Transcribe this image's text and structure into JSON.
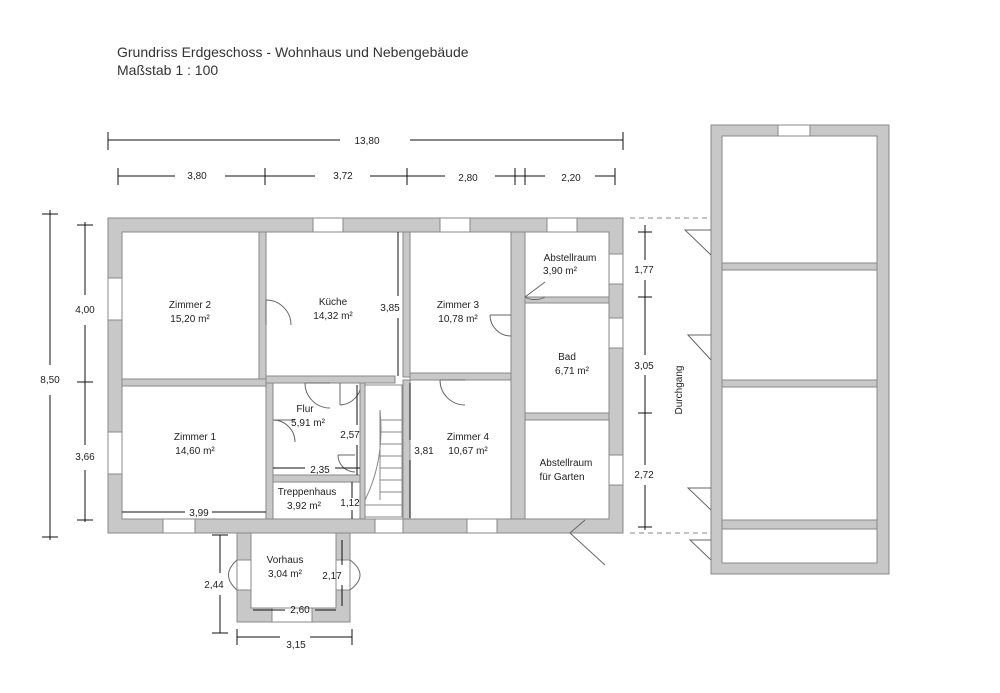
{
  "header": {
    "title": "Grundriss Erdgeschoss - Wohnhaus und Nebengebäude",
    "scale": "Maßstab 1 : 100"
  },
  "rooms": {
    "zimmer2": {
      "name": "Zimmer 2",
      "area": "15,20 m²"
    },
    "kueche": {
      "name": "Küche",
      "area": "14,32 m²"
    },
    "zimmer3": {
      "name": "Zimmer 3",
      "area": "10,78 m²"
    },
    "abstell1": {
      "name": "Abstellraum",
      "area": "3,90 m²"
    },
    "bad": {
      "name": "Bad",
      "area": "6,71 m²"
    },
    "flur": {
      "name": "Flur",
      "area": "5,91 m²"
    },
    "zimmer1": {
      "name": "Zimmer 1",
      "area": "14,60 m²"
    },
    "zimmer4": {
      "name": "Zimmer 4",
      "area": "10,67 m²"
    },
    "abstell2": {
      "name": "Abstellraum",
      "area": "für Garten"
    },
    "treppenhaus": {
      "name": "Treppenhaus",
      "area": "3,92 m²"
    },
    "vorhaus": {
      "name": "Vorhaus",
      "area": "3,04 m²"
    }
  },
  "dimensions": {
    "total_width": "13,80",
    "w1": "3,80",
    "w2": "3,72",
    "w3": "2,80",
    "w4": "2,20",
    "total_height": "8,50",
    "h_upper": "4,00",
    "h_lower": "3,66",
    "kueche_h": "3,85",
    "flur_h": "2,57",
    "flur_w": "2,35",
    "zimmer1_w": "3,99",
    "zimmer4_h": "3,81",
    "treppe_w": "1,12",
    "r1": "1,77",
    "r2": "3,05",
    "r3": "2,72",
    "vorhaus_h": "2,44",
    "vorhaus_inner_h": "2,17",
    "vorhaus_inner_w": "2,60",
    "vorhaus_w": "3,15"
  },
  "labels": {
    "durchgang": "Durchgang"
  }
}
